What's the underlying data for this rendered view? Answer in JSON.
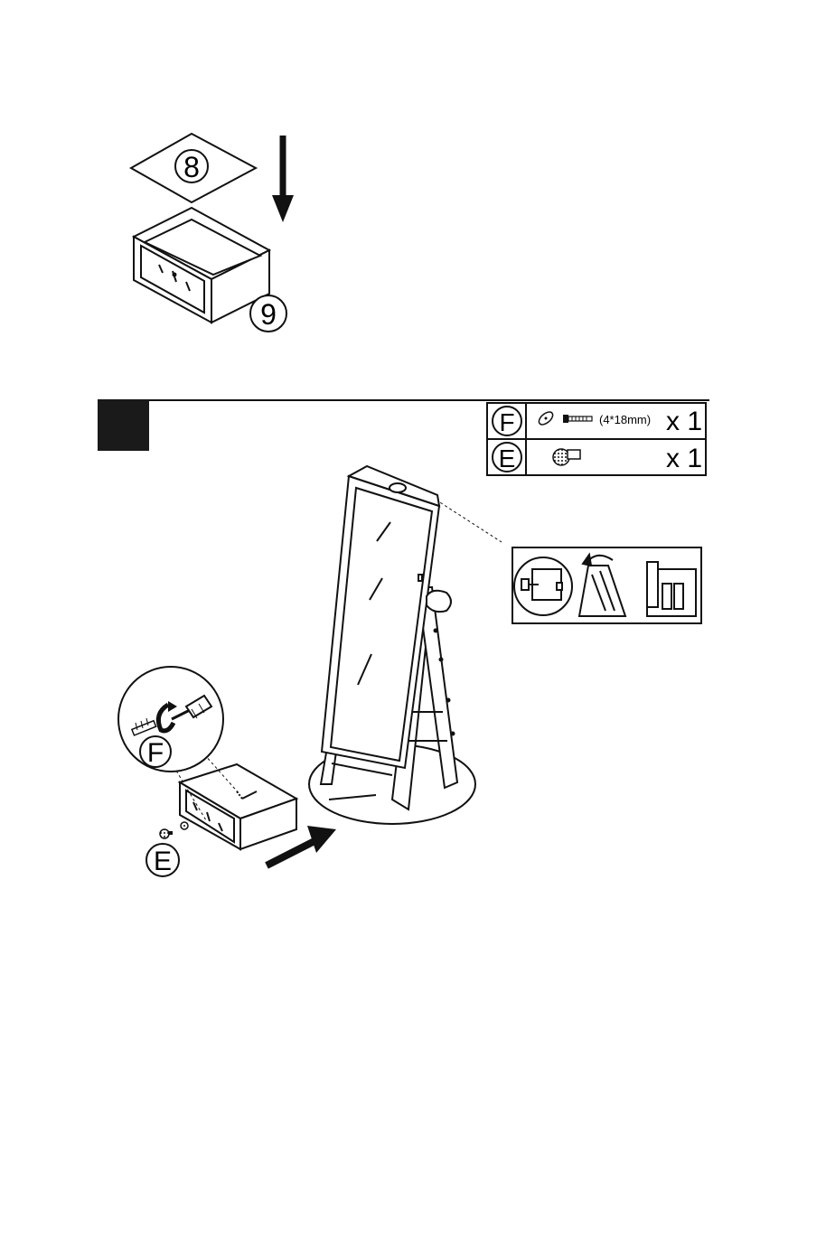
{
  "step_one": {
    "part_top_label": "8",
    "part_drawer_label": "9"
  },
  "step_two": {
    "step_number": "",
    "hardware": [
      {
        "code": "F",
        "size": "(4*18mm)",
        "qty": "x 1",
        "icon": "screw-icon"
      },
      {
        "code": "E",
        "size": "",
        "qty": "x 1",
        "icon": "knob-icon"
      }
    ],
    "callout_screw_label": "F",
    "callout_knob_label": "E"
  },
  "colors": {
    "ink": "#111111",
    "step_box": "#1a1a1a",
    "paper": "#ffffff"
  }
}
